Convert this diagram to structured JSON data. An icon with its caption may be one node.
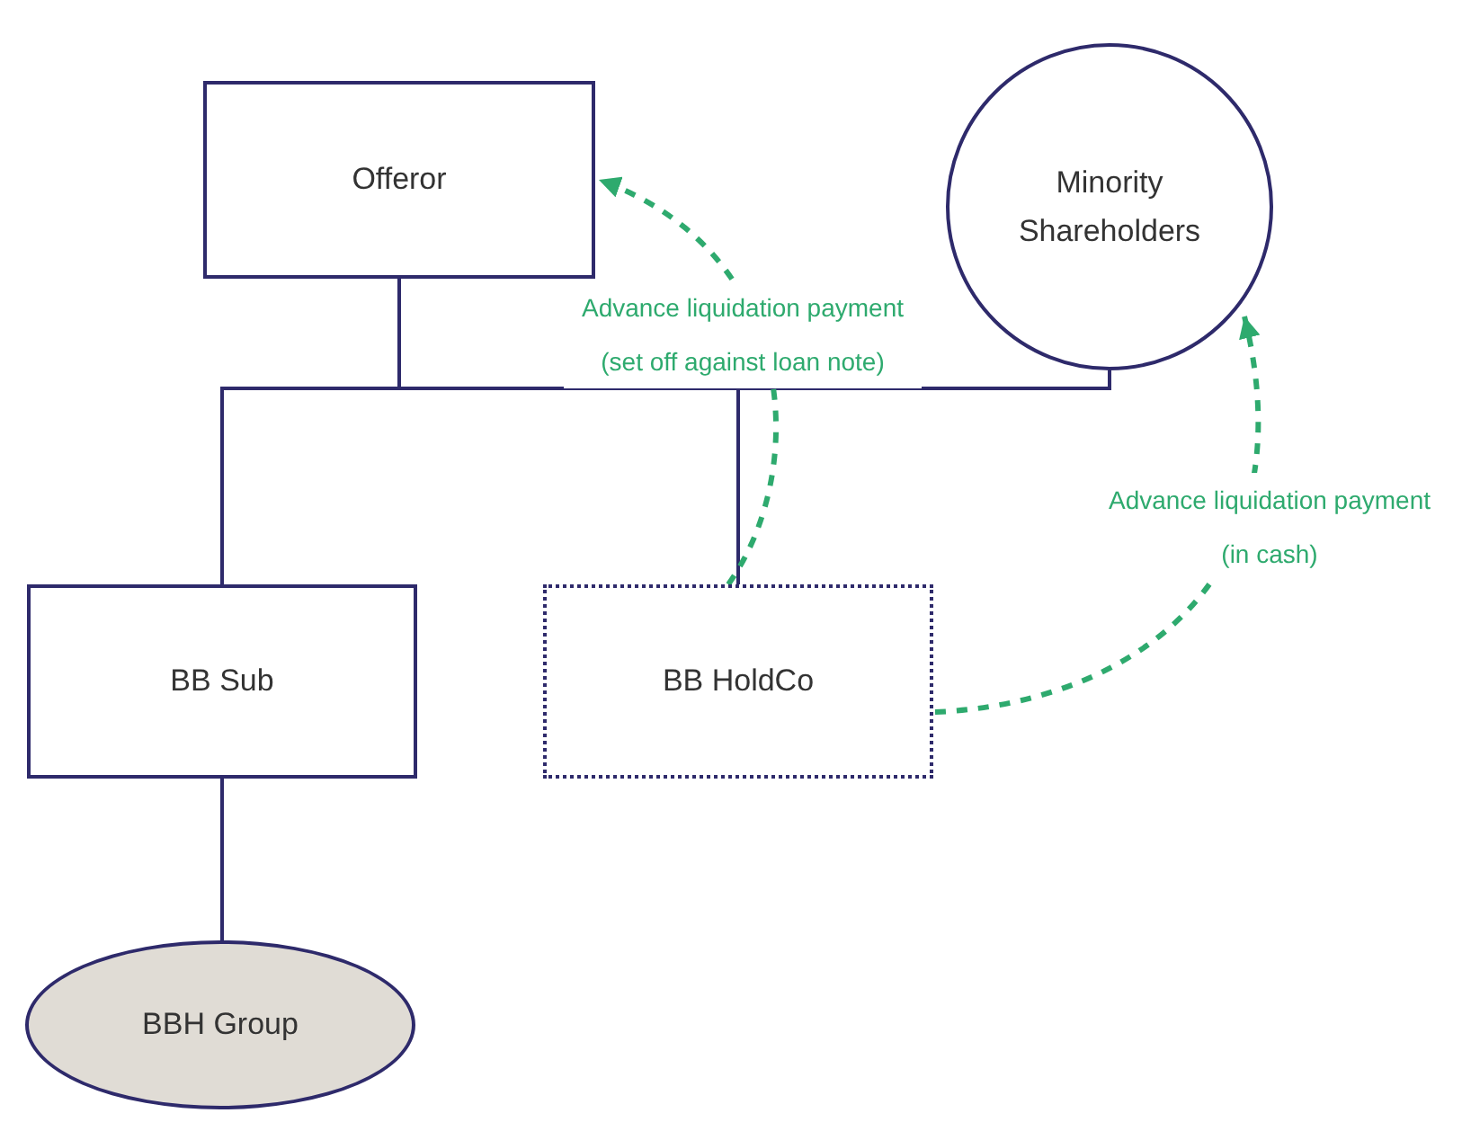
{
  "diagram": {
    "nodes": [
      {
        "text": [
          "Offeror"
        ]
      },
      {
        "text": [
          "Minority Shareholders"
        ]
      },
      {
        "text": [
          "BB Sub"
        ]
      },
      {
        "text": [
          "BB HoldCo"
        ]
      },
      {
        "text": [
          "BBH Group"
        ]
      }
    ],
    "edges": [
      {
        "from": 0,
        "to": 2,
        "arrow": "none"
      },
      {
        "from": 0,
        "to": 3,
        "arrow": "none"
      },
      {
        "from": 1,
        "to": 2,
        "arrow": "none"
      },
      {
        "from": 1,
        "to": 3,
        "arrow": "none"
      },
      {
        "from": 2,
        "to": 4,
        "arrow": "none"
      },
      {
        "from": 3,
        "to": 0,
        "arrow": "to",
        "label": "Advance liquidation payment (set off against loan note)",
        "style": "dashed",
        "color": "#2eaa6e"
      },
      {
        "from": 3,
        "to": 1,
        "arrow": "to",
        "label": "Advance liquidation payment (in cash)",
        "style": "dashed",
        "color": "#2eaa6e"
      }
    ]
  }
}
